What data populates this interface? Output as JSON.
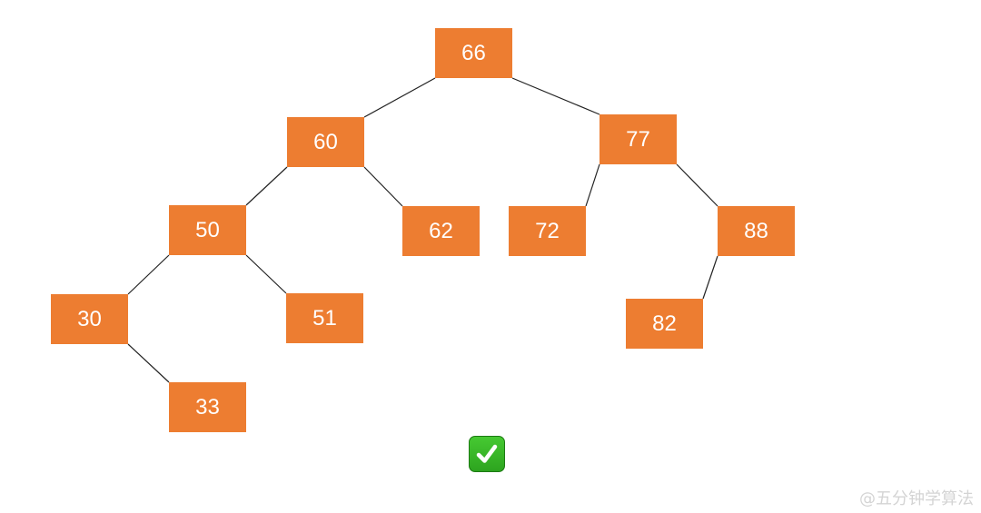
{
  "diagram": {
    "node_color": "#ED7D31",
    "edge_color": "#222222",
    "nodes": [
      {
        "id": "n66",
        "label": "66"
      },
      {
        "id": "n60",
        "label": "60"
      },
      {
        "id": "n77",
        "label": "77"
      },
      {
        "id": "n50",
        "label": "50"
      },
      {
        "id": "n62",
        "label": "62"
      },
      {
        "id": "n72",
        "label": "72"
      },
      {
        "id": "n88",
        "label": "88"
      },
      {
        "id": "n30",
        "label": "30"
      },
      {
        "id": "n51",
        "label": "51"
      },
      {
        "id": "n82",
        "label": "82"
      },
      {
        "id": "n33",
        "label": "33"
      }
    ],
    "edges": [
      {
        "from": "n66",
        "to": "n60"
      },
      {
        "from": "n66",
        "to": "n77"
      },
      {
        "from": "n60",
        "to": "n50"
      },
      {
        "from": "n60",
        "to": "n62"
      },
      {
        "from": "n77",
        "to": "n72"
      },
      {
        "from": "n77",
        "to": "n88"
      },
      {
        "from": "n50",
        "to": "n30"
      },
      {
        "from": "n50",
        "to": "n51"
      },
      {
        "from": "n88",
        "to": "n82"
      },
      {
        "from": "n30",
        "to": "n33"
      }
    ],
    "status_icon": "check-mark-icon",
    "status_color": "#2DA41F"
  },
  "watermark": "@五分钟学算法"
}
